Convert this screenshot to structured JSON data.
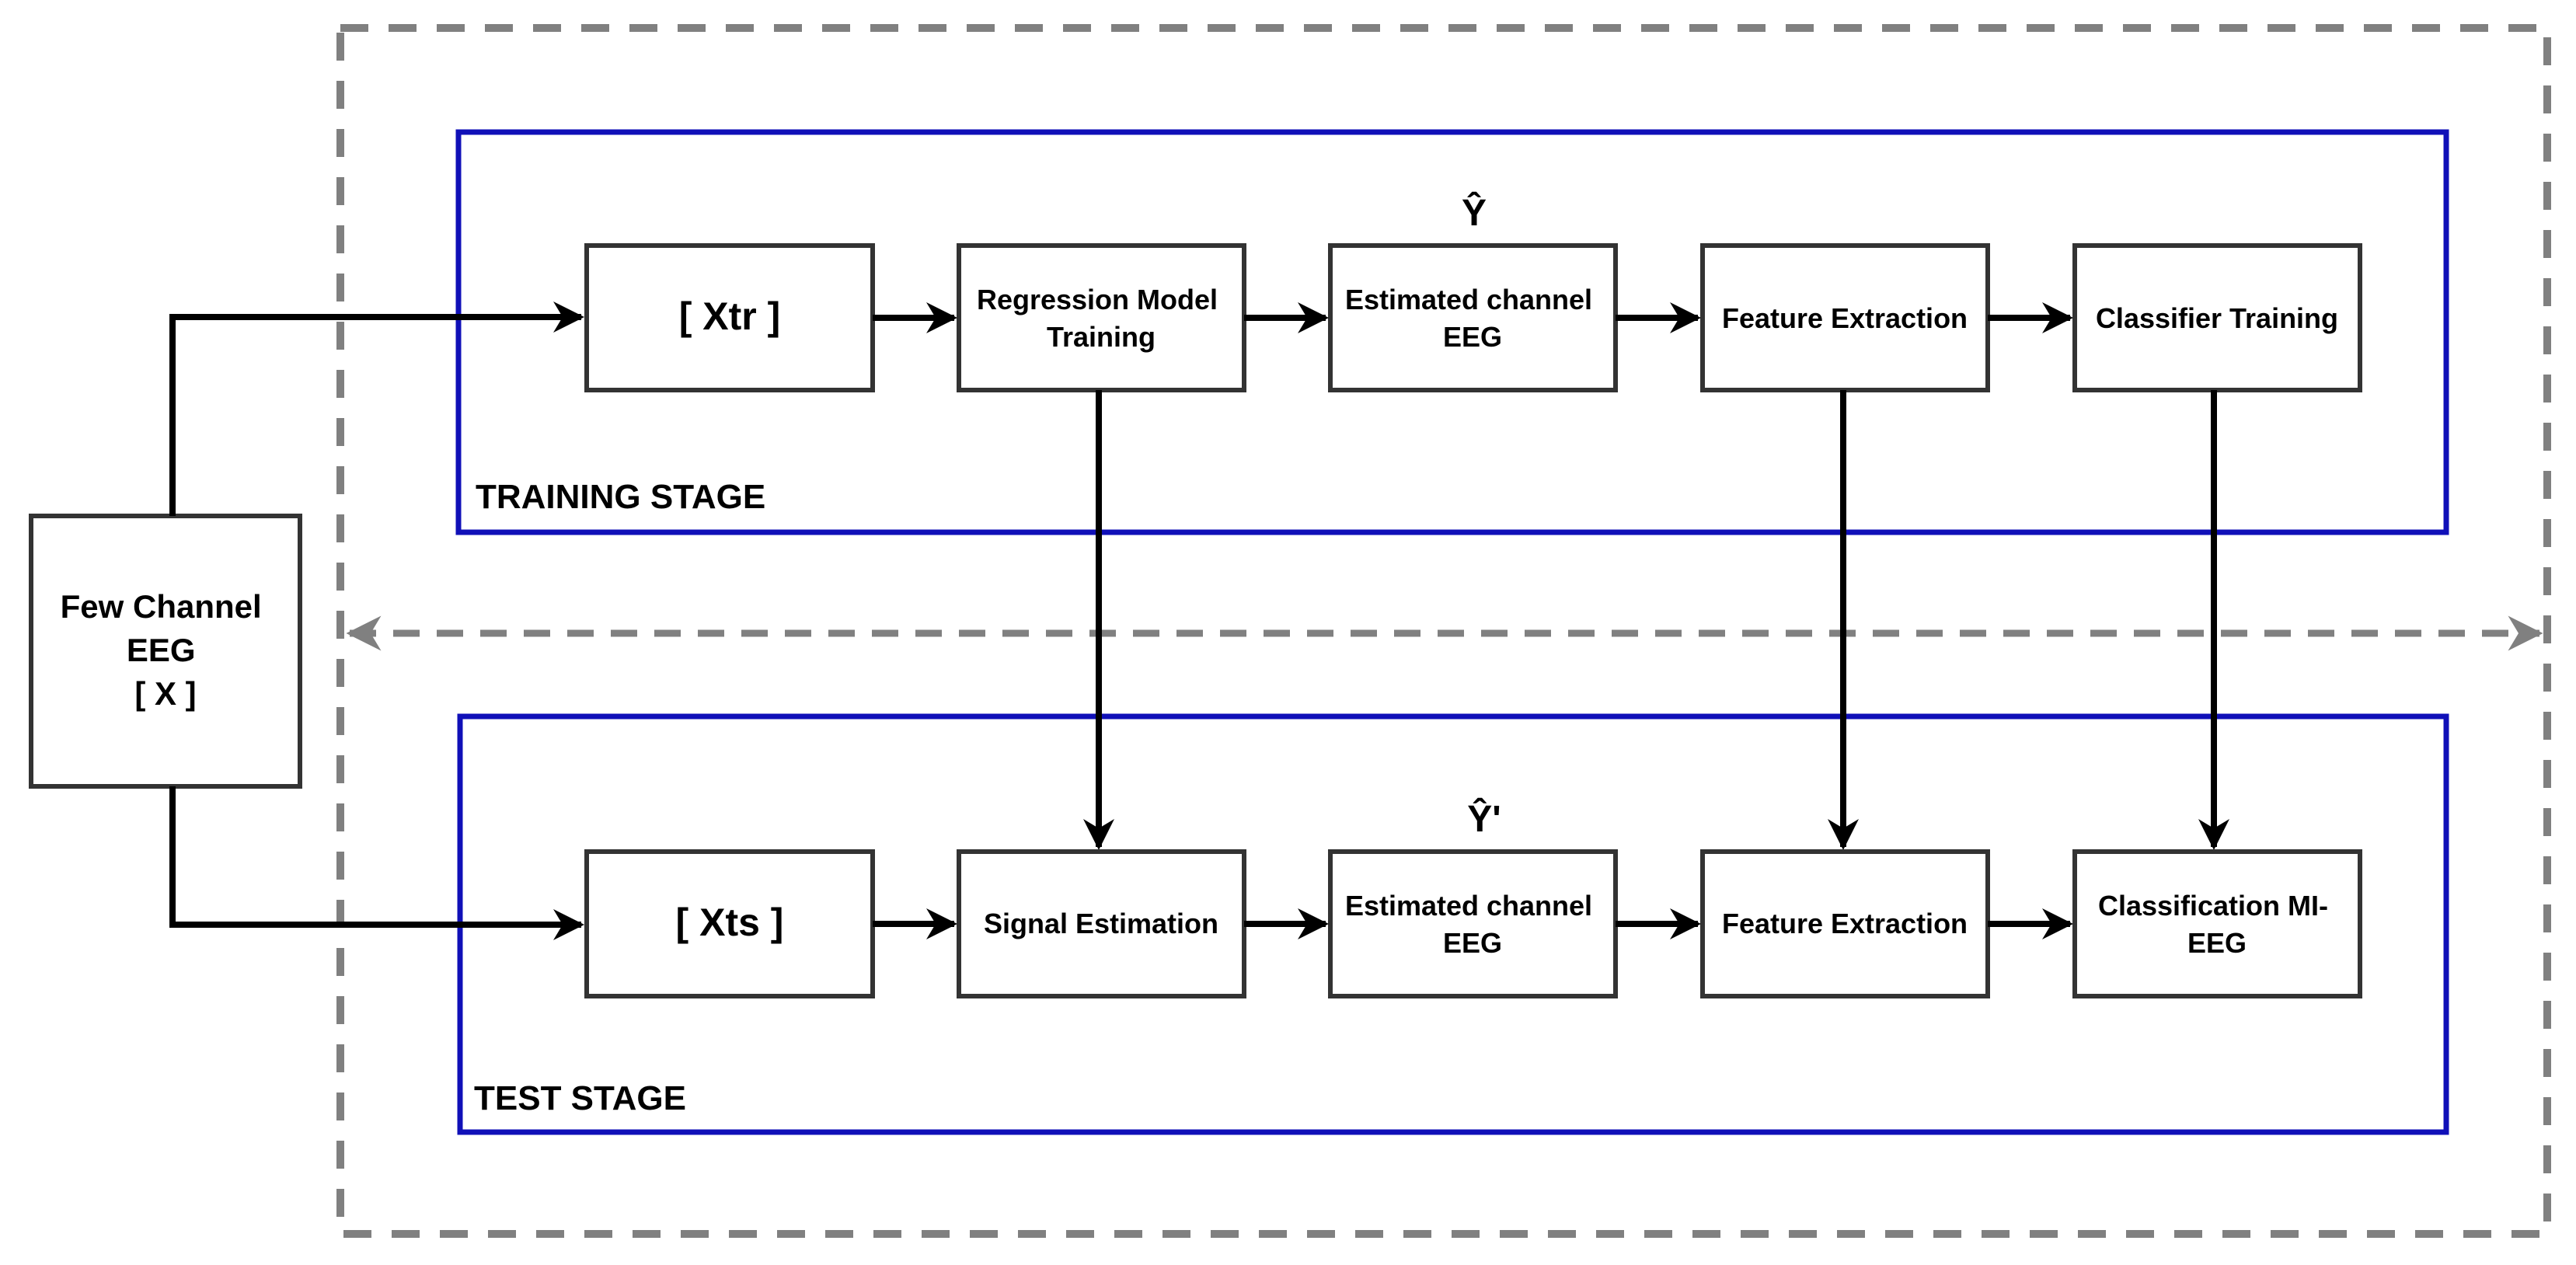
{
  "source": {
    "line1": "Few Channel",
    "line2": "EEG",
    "line3": "[ X ]"
  },
  "training": {
    "stage_label": "TRAINING STAGE",
    "input": "[ Xtr ]",
    "regression": {
      "line1": "Regression Model",
      "line2": "Training"
    },
    "estimated": {
      "line1": "Estimated channel",
      "line2": "EEG"
    },
    "estimate_symbol": "Ŷ",
    "feature": "Feature Extraction",
    "classifier": "Classifier Training"
  },
  "test": {
    "stage_label": "TEST STAGE",
    "input": "[ Xts ]",
    "signal": "Signal Estimation",
    "estimated": {
      "line1": "Estimated channel",
      "line2": "EEG"
    },
    "estimate_symbol": "Ŷ'",
    "feature": "Feature Extraction",
    "classification": {
      "line1": "Classification MI-",
      "line2": "EEG"
    }
  },
  "colors": {
    "stage_border": "#1010b8",
    "outer_dashed": "#808080",
    "box_border": "#333333",
    "arrow": "#000000"
  }
}
